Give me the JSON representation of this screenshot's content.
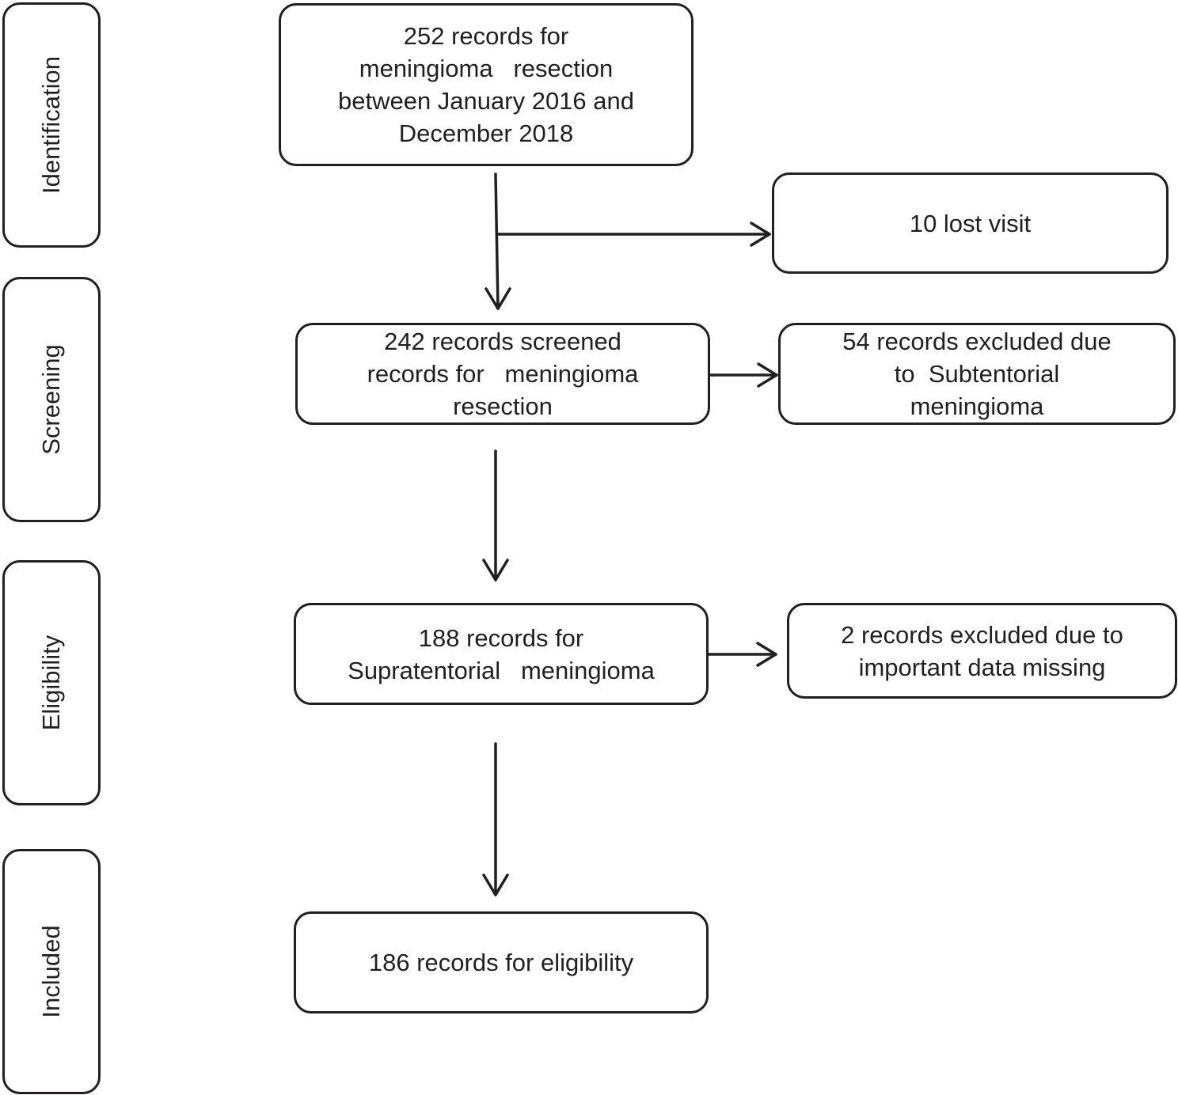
{
  "stages": [
    {
      "id": "identification",
      "label": "Identification"
    },
    {
      "id": "screening",
      "label": "Screening"
    },
    {
      "id": "eligibility",
      "label": "Eligibility"
    },
    {
      "id": "included",
      "label": "Included"
    }
  ],
  "boxes": {
    "identified": {
      "lines": [
        "252 records for",
        "meningioma   resection",
        "between January 2016 and",
        "December 2018"
      ]
    },
    "lost": {
      "lines": [
        "10 lost visit"
      ]
    },
    "screened": {
      "lines": [
        "242 records screened",
        "records for   meningioma",
        "resection"
      ]
    },
    "excluded_subtentorial": {
      "lines": [
        "54 records excluded due",
        "to  Subtentorial",
        "meningioma"
      ]
    },
    "supratentorial": {
      "lines": [
        "188 records for",
        "Supratentorial   meningioma"
      ]
    },
    "excluded_missing": {
      "lines": [
        "2 records excluded due to",
        "important data missing"
      ]
    },
    "included": {
      "lines": [
        "186 records for eligibility"
      ]
    }
  },
  "colors": {
    "stroke": "#231f20",
    "background": "#ffffff"
  }
}
